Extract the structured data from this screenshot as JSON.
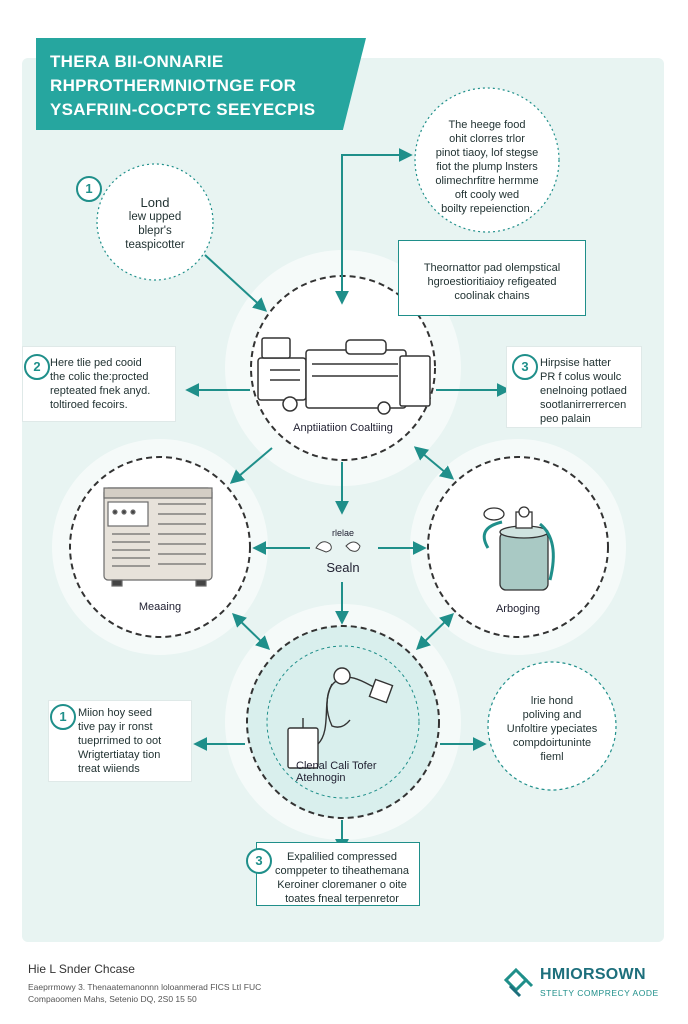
{
  "title": {
    "line1": "THERA BII-ONNARIE",
    "line2": "RHPROTHERMNIOTNGE FOR",
    "line3": "YSAFRIIN-COCPTC SEEYECPIS"
  },
  "steps": {
    "top_left": {
      "number": "1",
      "lines": [
        "Lond",
        "lew upped",
        "blepr's",
        "teaspicotter"
      ]
    },
    "mid_left": {
      "number": "2",
      "lines": [
        "Here tlie ped cooid",
        "the colic the:procted",
        "repteated fnek anyd.",
        "toltiroed fecoirs."
      ]
    },
    "mid_right": {
      "number": "3",
      "lines": [
        "Hirpsise hatter",
        "PR f colus woulc",
        "enelnoing potlaed",
        "sootlanirrerrercen",
        "peo palain"
      ]
    },
    "low_left": {
      "number": "1",
      "lines": [
        "Miion hoy seed",
        "tive pay ir ronst",
        "tueprrimed to oot",
        "Wrigtertiatay tion",
        "treat wiiends"
      ]
    },
    "bottom": {
      "number": "3",
      "lines": [
        "Expalilied compressed",
        "comppeter to tiheathemana",
        "Keroiner cloremaner o oite",
        "toates fneal terpenretor"
      ]
    }
  },
  "top_circle": {
    "lines": [
      "The heege food",
      "ohit clorres trlor",
      "pinot tiaoy, lof stegse",
      "fiot the plump lnsters",
      "olimechrfitre hermme",
      "oft cooly wed",
      "boilty repeienction."
    ]
  },
  "top_box": {
    "lines": [
      "Theornattor pad olempstical",
      "hgroestioritiaioy refigeated",
      "coolinak chains"
    ]
  },
  "right_circle": {
    "lines": [
      "lrie hond",
      "poliving and",
      "Unfoltire ypeciates",
      "compdoirtuninte",
      "fieml"
    ]
  },
  "nodes": {
    "center": "Anptiiatiion Coaltiing",
    "left": "Meaaing",
    "right": "Arboging",
    "bottom": "Clenal Cali Tofer Atehnogin",
    "middle_small": "rlelae",
    "middle": "Sealn"
  },
  "footer": {
    "title": "Hie L Snder Chcase",
    "line1": "Eaeprrmowy  3.  Thenaatemanonnn  loloanmerad  FICS  LtI  FUC",
    "line2": "Compaoomen  Mahs,  Setenio  DQ,  2S0  15  50"
  },
  "brand": {
    "name": "HMIORSOWN",
    "tagline": "STELTY COMPRECY AODE",
    "accent": "#26a69f"
  },
  "colors": {
    "teal": "#26a69f",
    "dark_teal": "#1f8f8a",
    "panel": "#e8f4f2"
  }
}
